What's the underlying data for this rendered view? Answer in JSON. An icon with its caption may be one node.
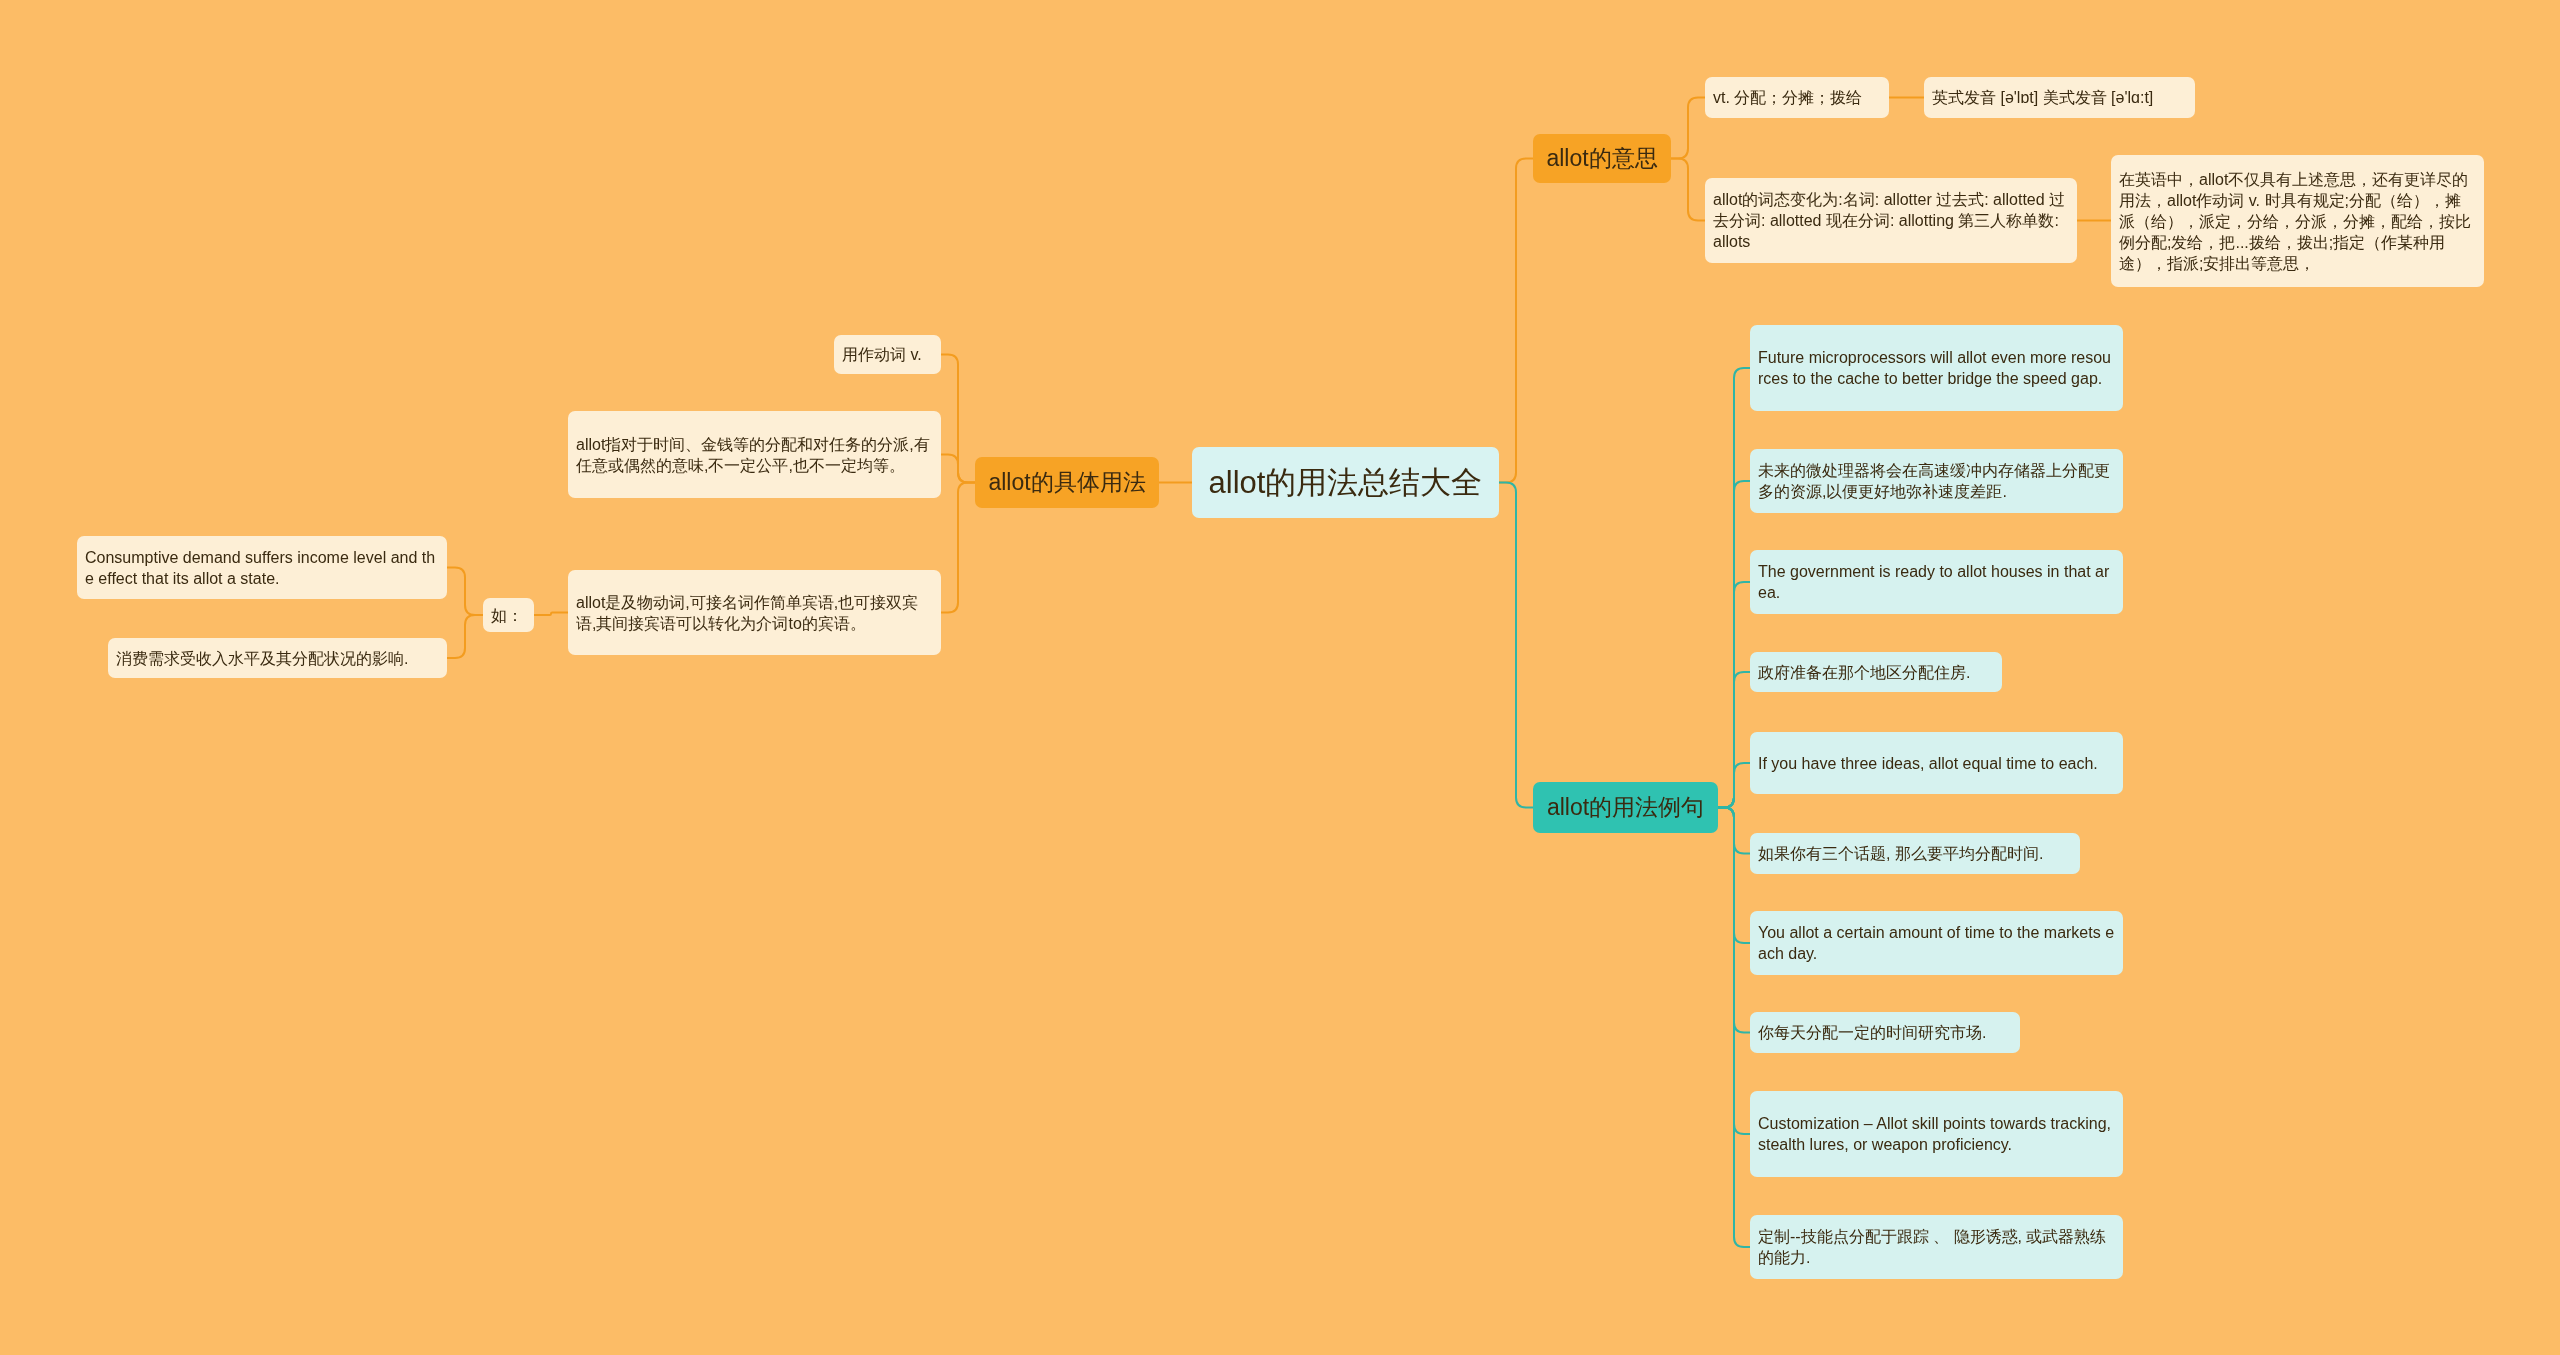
{
  "diagram": {
    "nodes": [
      {
        "text": [
          "allot的用法总结大全"
        ]
      },
      {
        "text": [
          "allot的意思"
        ]
      },
      {
        "text": [
          "vt. 分配；分摊；拨给"
        ]
      },
      {
        "text": [
          "英式发音 [ə'lɒt] 美式发音 [ə'lɑ:t]"
        ]
      },
      {
        "text": [
          "allot的词态变化为:名词: allotter 过去式: allotted 过去分词: allotted 现在分词: allotting 第三人称单数: allots"
        ]
      },
      {
        "text": [
          "在英语中，allot不仅具有上述意思，还有更详尽的用法，allot作动词 v. 时具有规定;分配（给），摊派（给），派定，分给，分派，分摊，配给，按比例分配;发给，把...拨给，拨出;指定（作某种用途），指派;安排出等意思，"
        ]
      },
      {
        "text": [
          "allot的用法例句"
        ]
      },
      {
        "text": [
          "Future microprocessors will allot even more resources to the cache to better bridge the speed gap."
        ]
      },
      {
        "text": [
          "未来的微处理器将会在高速缓冲内存储器上分配更多的资源,以便更好地弥补速度差距."
        ]
      },
      {
        "text": [
          "The government is ready to allot houses in that area."
        ]
      },
      {
        "text": [
          "政府准备在那个地区分配住房."
        ]
      },
      {
        "text": [
          "If you have three ideas, allot equal time to each."
        ]
      },
      {
        "text": [
          "如果你有三个话题, 那么要平均分配时间."
        ]
      },
      {
        "text": [
          "You allot a certain amount of time to the markets each day."
        ]
      },
      {
        "text": [
          "你每天分配一定的时间研究市场."
        ]
      },
      {
        "text": [
          "Customization – Allot skill points towards tracking, stealth lures, or weapon proficiency."
        ]
      },
      {
        "text": [
          "定制--技能点分配于跟踪 、 隐形诱惑, 或武器熟练的能力."
        ]
      },
      {
        "text": [
          "allot的具体用法"
        ]
      },
      {
        "text": [
          "用作动词 v."
        ]
      },
      {
        "text": [
          "allot指对于时间、金钱等的分配和对任务的分派,有任意或偶然的意味,不一定公平,也不一定均等。"
        ]
      },
      {
        "text": [
          "allot是及物动词,可接名词作简单宾语,也可接双宾语,其间接宾语可以转化为介词to的宾语。"
        ]
      },
      {
        "text": [
          "如："
        ]
      },
      {
        "text": [
          "Consumptive demand suffers income level and the effect that its allot a state."
        ]
      },
      {
        "text": [
          "消费需求受收入水平及其分配状况的影响."
        ]
      }
    ],
    "edges": [
      {
        "from": 0,
        "to": 1,
        "arrow": "none"
      },
      {
        "from": 1,
        "to": 2,
        "arrow": "none"
      },
      {
        "from": 2,
        "to": 3,
        "arrow": "none"
      },
      {
        "from": 1,
        "to": 4,
        "arrow": "none"
      },
      {
        "from": 4,
        "to": 5,
        "arrow": "none"
      },
      {
        "from": 0,
        "to": 6,
        "arrow": "none",
        "color": "#2fb5a6"
      },
      {
        "from": 6,
        "to": 7,
        "arrow": "none",
        "color": "#2fb5a6"
      },
      {
        "from": 6,
        "to": 8,
        "arrow": "none",
        "color": "#2fb5a6"
      },
      {
        "from": 6,
        "to": 9,
        "arrow": "none",
        "color": "#2fb5a6"
      },
      {
        "from": 6,
        "to": 10,
        "arrow": "none",
        "color": "#2fb5a6"
      },
      {
        "from": 6,
        "to": 11,
        "arrow": "none",
        "color": "#2fb5a6"
      },
      {
        "from": 6,
        "to": 12,
        "arrow": "none",
        "color": "#2fb5a6"
      },
      {
        "from": 6,
        "to": 13,
        "arrow": "none",
        "color": "#2fb5a6"
      },
      {
        "from": 6,
        "to": 14,
        "arrow": "none",
        "color": "#2fb5a6"
      },
      {
        "from": 6,
        "to": 15,
        "arrow": "none",
        "color": "#2fb5a6"
      },
      {
        "from": 6,
        "to": 16,
        "arrow": "none",
        "color": "#2fb5a6"
      },
      {
        "from": 0,
        "to": 17,
        "arrow": "none"
      },
      {
        "from": 17,
        "to": 18,
        "arrow": "none"
      },
      {
        "from": 17,
        "to": 19,
        "arrow": "none"
      },
      {
        "from": 17,
        "to": 20,
        "arrow": "none"
      },
      {
        "from": 20,
        "to": 21,
        "arrow": "none"
      },
      {
        "from": 21,
        "to": 22,
        "arrow": "none"
      },
      {
        "from": 21,
        "to": 23,
        "arrow": "none"
      }
    ]
  }
}
